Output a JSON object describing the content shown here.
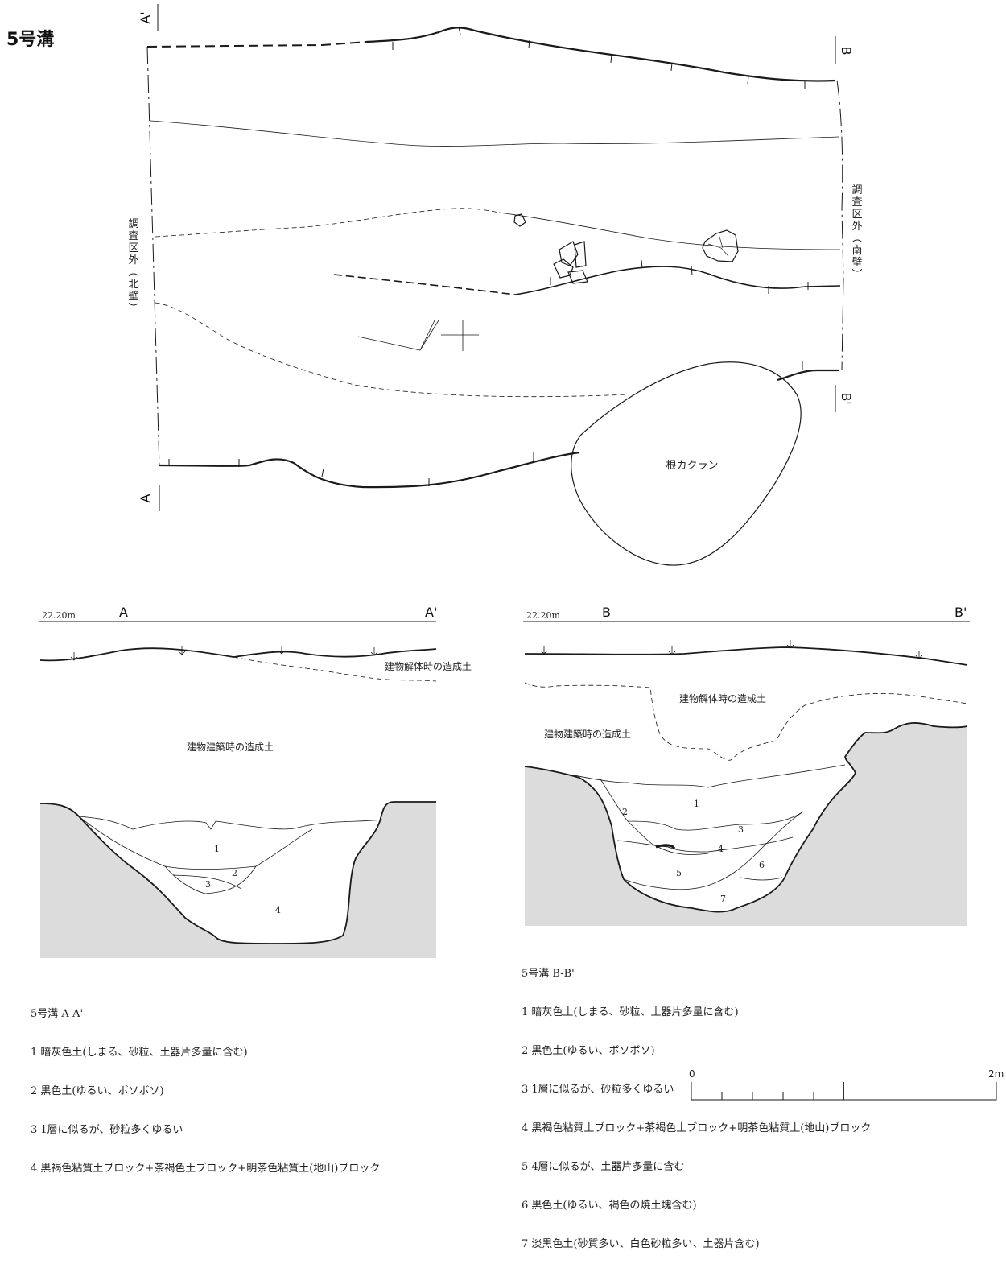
{
  "title": "5号溝",
  "plan": {
    "marker_a": "A",
    "marker_a_prime": "A'",
    "marker_b": "B",
    "marker_b_prime": "B'",
    "outside_north": "調査区外(北壁)",
    "outside_south": "調査区外(南壁)",
    "root_disturbance": "根カクラン"
  },
  "section_a": {
    "elevation": "22.20m",
    "left_label": "A",
    "right_label": "A'",
    "demolition_fill": "建物解体時の造成土",
    "construction_fill": "建物建築時の造成土",
    "layer_numbers": [
      "1",
      "2",
      "3",
      "4"
    ]
  },
  "section_b": {
    "elevation": "22.20m",
    "left_label": "B",
    "right_label": "B'",
    "demolition_fill": "建物解体時の造成土",
    "construction_fill": "建物建築時の造成土",
    "layer_numbers": [
      "1",
      "2",
      "3",
      "4",
      "5",
      "6",
      "7"
    ]
  },
  "legend_a": {
    "heading": "5号溝 A-A'",
    "lines": [
      "1 暗灰色土(しまる、砂粒、土器片多量に含む)",
      "2 黒色土(ゆるい、ボソボソ)",
      "3 1層に似るが、砂粒多くゆるい",
      "4 黒褐色粘質土ブロック+茶褐色土ブロック+明茶色粘質土(地山)ブロック"
    ]
  },
  "legend_b": {
    "heading": "5号溝 B-B'",
    "lines": [
      "1 暗灰色土(しまる、砂粒、土器片多量に含む)",
      "2 黒色土(ゆるい、ボソボソ)",
      "3 1層に似るが、砂粒多くゆるい",
      "4 黒褐色粘質土ブロック+茶褐色土ブロック+明茶色粘質土(地山)ブロック",
      "5 4層に似るが、土器片多量に含む",
      "6 黒色土(ゆるい、褐色の焼土塊含む)",
      "7 淡黒色土(砂質多い、白色砂粒多い、土器片含む)"
    ]
  },
  "scale": {
    "start": "0",
    "end": "2m"
  },
  "colors": {
    "subsoil": "#dcdcdc",
    "line": "#1a1a1a"
  }
}
